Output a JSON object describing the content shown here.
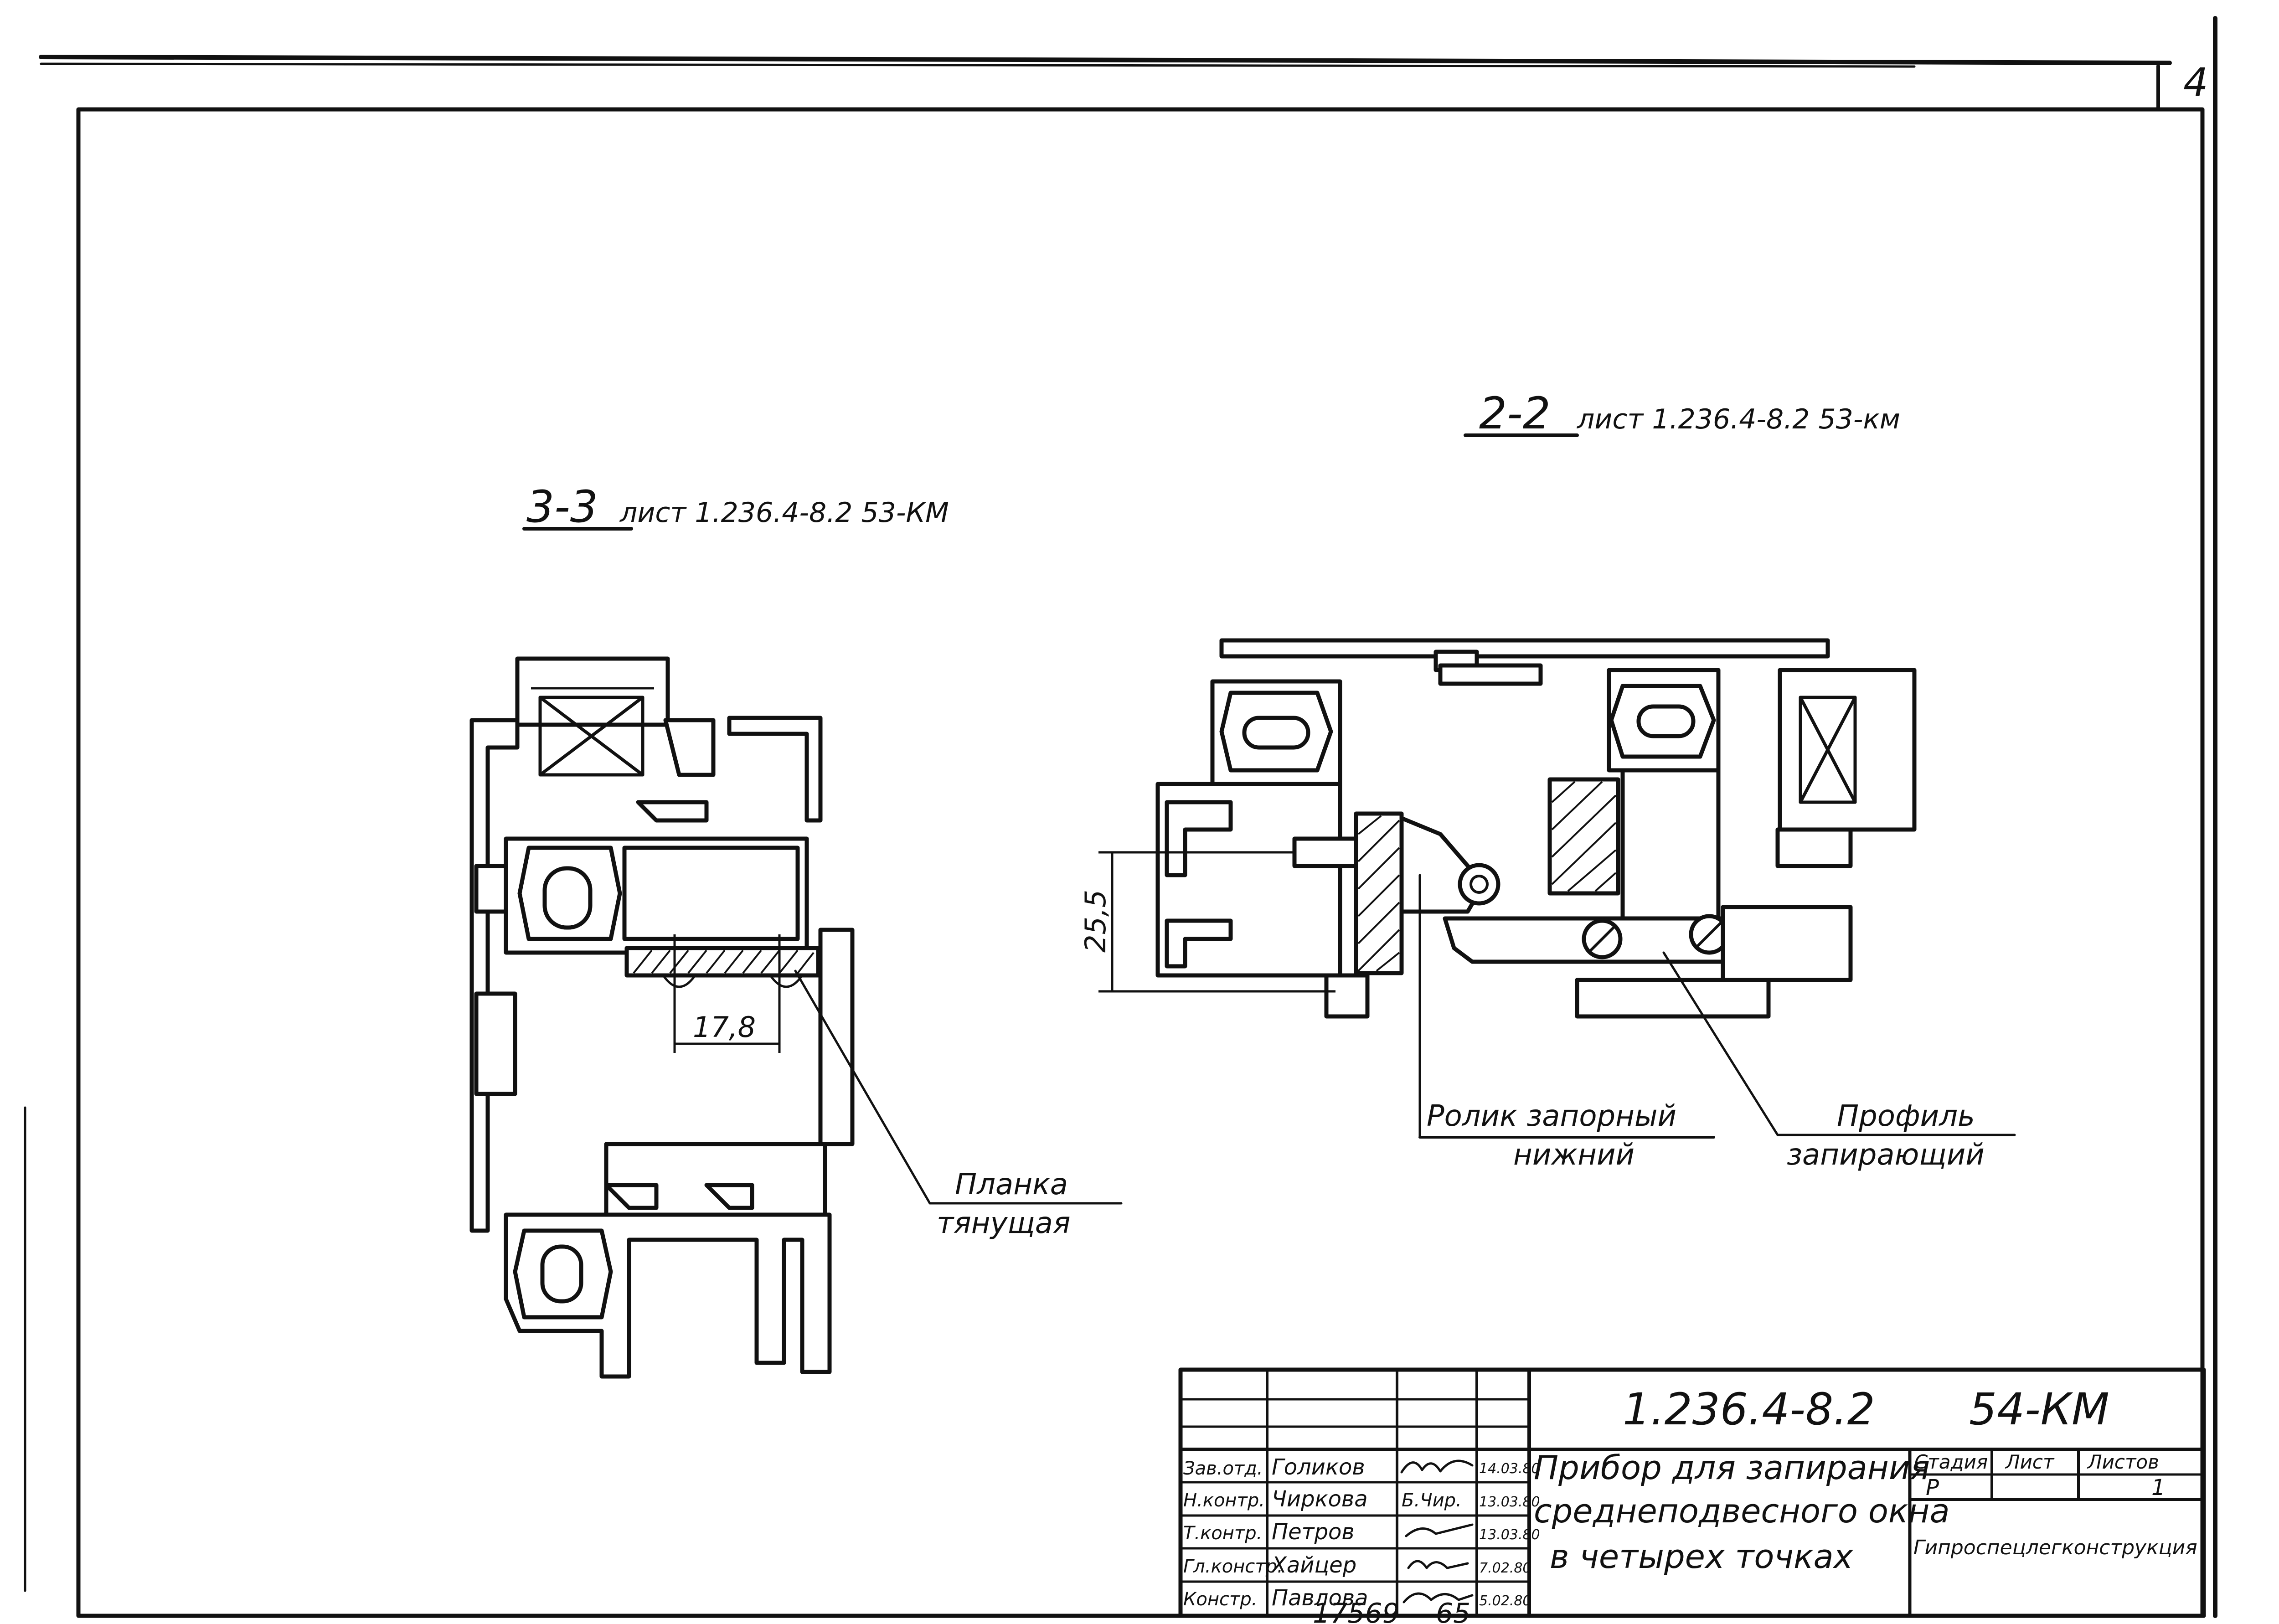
{
  "drawing": {
    "sheet_corner_number": "4",
    "section_3_3": {
      "mark": "3-3",
      "reference": "лист 1.236.4-8.2 53-КМ",
      "dimension": "17,8",
      "callout_line1": "Планка",
      "callout_line2": "тянущая"
    },
    "section_2_2": {
      "mark": "2-2",
      "reference": "лист 1.236.4-8.2 53-км",
      "dimension": "25,5",
      "callout_roller_line1": "Ролик запорный",
      "callout_roller_line2": "нижний",
      "callout_profile_line1": "Профиль",
      "callout_profile_line2": "запирающий"
    }
  },
  "title_block": {
    "code": "1.236.4-8.2",
    "sheet_code": "54-КМ",
    "title_lines": [
      "Прибор для запирания",
      "среднеподвесного окна",
      "в четырех точках"
    ],
    "stage_header": "Стадия",
    "sheet_header": "Лист",
    "sheets_header": "Листов",
    "stage_value": "Р",
    "sheets_value": "1",
    "organization": "Гипроспецлегконструкция",
    "staff": [
      {
        "role": "Зав.отд.",
        "name": "Голиков",
        "date": "14.03.80"
      },
      {
        "role": "Н.контр.",
        "name": "Чиркова",
        "signature_text": "Б.Чир.",
        "date": "13.03.80"
      },
      {
        "role": "Т.контр.",
        "name": "Петров",
        "date": "13.03.80"
      },
      {
        "role": "Гл.констр.",
        "name": "Хайцер",
        "date": "7.02.80"
      },
      {
        "role": "Констр.",
        "name": "Павлова",
        "date": "5.02.80"
      }
    ],
    "archive_number": "17569",
    "archive_sheet": "65"
  }
}
